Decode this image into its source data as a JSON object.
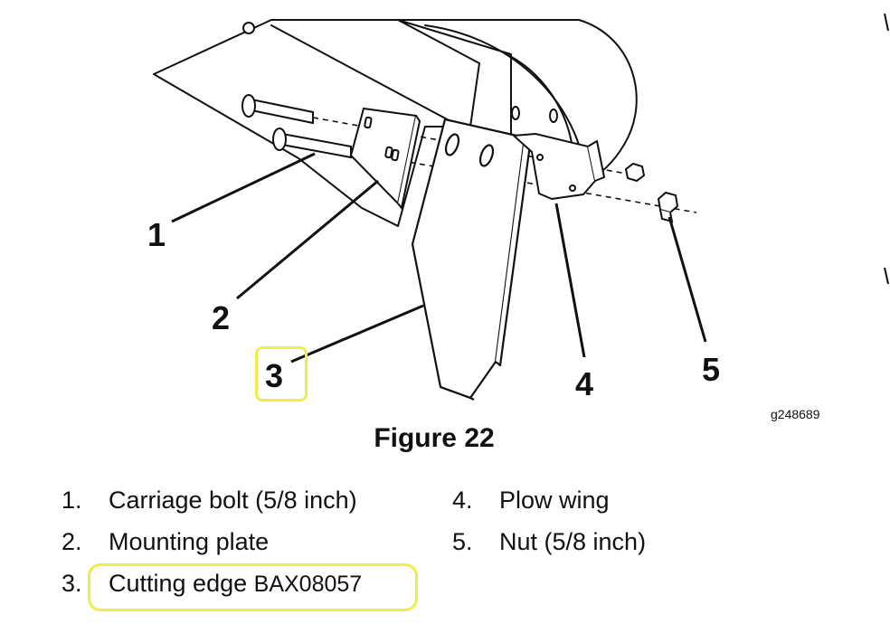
{
  "figure": {
    "caption": "Figure 22",
    "graphic_id": "g248689"
  },
  "callouts": [
    "1",
    "2",
    "3",
    "4",
    "5"
  ],
  "legend": {
    "left": [
      {
        "num": "1.",
        "label": "Carriage bolt (5/8 inch)"
      },
      {
        "num": "2.",
        "label": "Mounting plate"
      },
      {
        "num": "3.",
        "label": "Cutting edge",
        "part_code": "BAX08057"
      }
    ],
    "right": [
      {
        "num": "4.",
        "label": "Plow wing"
      },
      {
        "num": "5.",
        "label": "Nut (5/8 inch)"
      }
    ]
  },
  "highlight_color": "#f2ec4a",
  "icons": [
    "carriage-bolt-icon",
    "mounting-plate-icon",
    "cutting-edge-icon",
    "plow-wing-icon",
    "nut-icon"
  ]
}
